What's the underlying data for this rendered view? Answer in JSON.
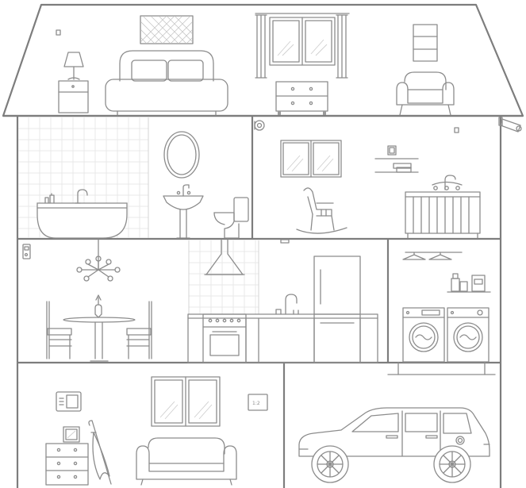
{
  "icons": [
    "house-outline",
    "bedroom",
    "bathroom",
    "nursery",
    "dining-room",
    "kitchen",
    "laundry-room",
    "living-room",
    "garage",
    "security-camera-icon",
    "smart-thermostat-icon",
    "smoke-detector-icon"
  ],
  "colors": {
    "background": "#ffffff",
    "stroke": "#8c8c8c",
    "tile": "#e4e4e4"
  }
}
